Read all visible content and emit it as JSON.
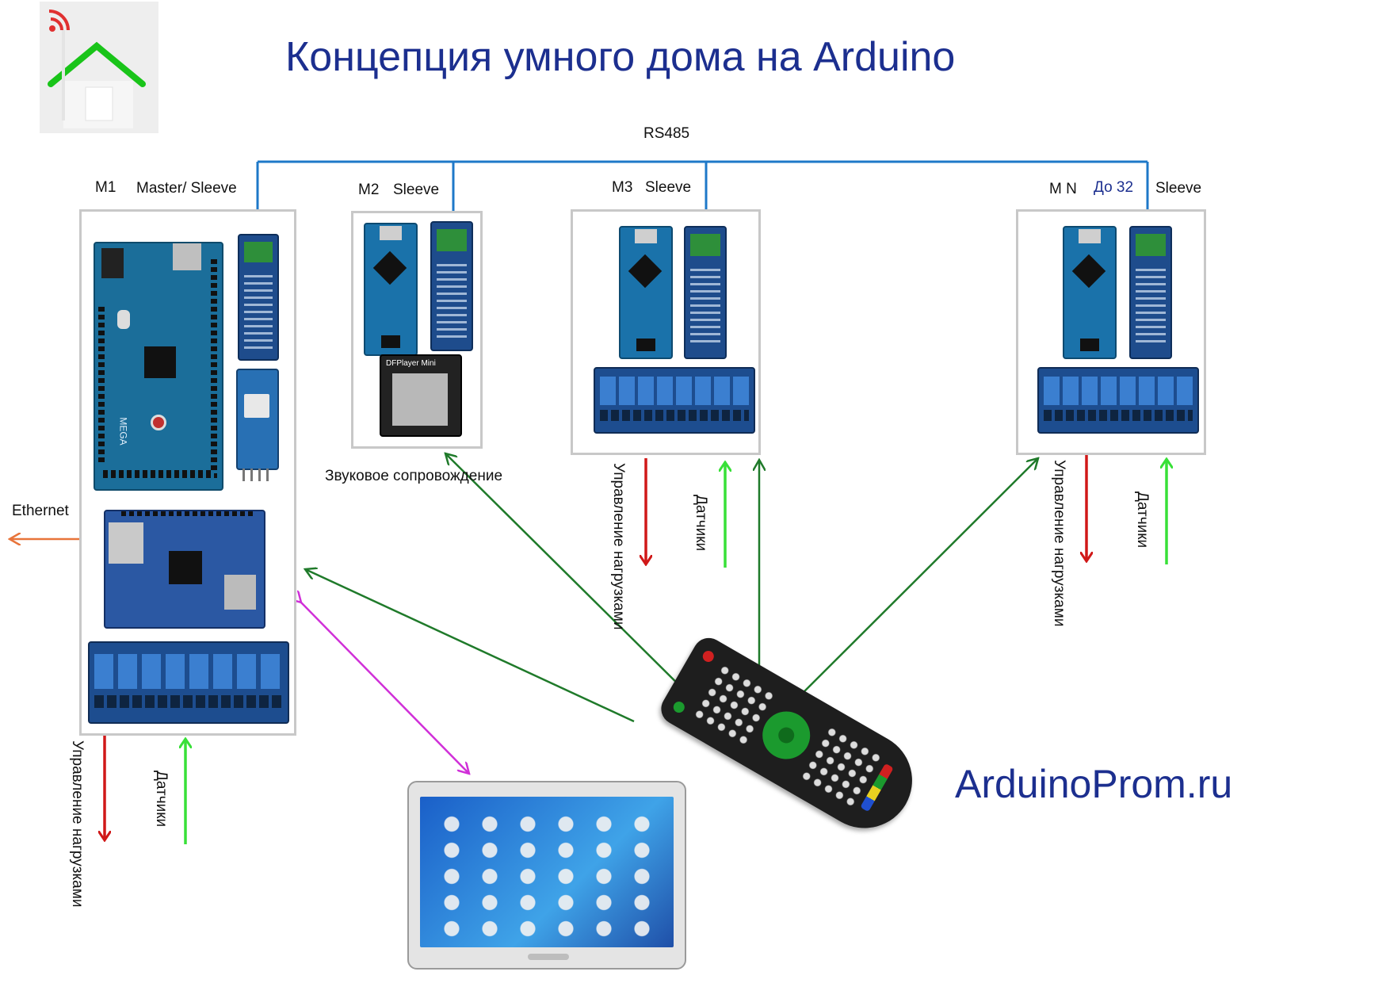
{
  "title": "Концепция умного дома на Arduino",
  "bus_label": "RS485",
  "brand": "ArduinoProm.ru",
  "ethernet_label": "Ethernet",
  "modules": {
    "m1": {
      "id": "M1",
      "role": "Master/ Sleeve"
    },
    "m2": {
      "id": "M2",
      "role": "Sleeve",
      "caption": "Звуковое сопровождение"
    },
    "m3": {
      "id": "M3",
      "role": "Sleeve"
    },
    "mn": {
      "id": "M N",
      "count": "До 32",
      "role": "Sleeve"
    }
  },
  "signals": {
    "load_control": "Управление нагрузками",
    "sensors": "Датчики"
  },
  "board_texts": {
    "dfplayer": "DFPlayer Mini",
    "mega": "MEGA"
  },
  "colors": {
    "bus": "#1e78c8",
    "title": "#1c2f8f",
    "load_arrow": "#d01818",
    "sensor_arrow": "#38e038",
    "remote_link": "#1f7a2a",
    "tablet_link": "#d030d8",
    "ethernet_arrow": "#e8743a",
    "board_blue": "#1d6fa3",
    "relay_blue": "#2a6cc0"
  },
  "icons": [
    "smart-home-logo",
    "arduino-mega-board",
    "rs485-module",
    "bluetooth-module",
    "ethernet-shield",
    "relay-module",
    "arduino-nano-board",
    "dfplayer-module",
    "tv-remote",
    "tablet"
  ]
}
